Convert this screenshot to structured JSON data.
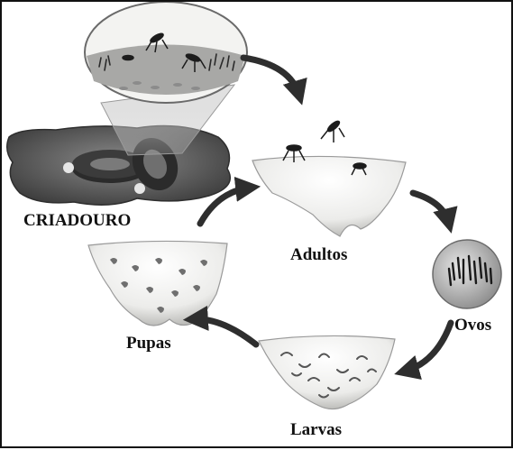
{
  "labels": {
    "breeding_site": "CRIADOURO",
    "adults": "Adultos",
    "eggs": "Ovos",
    "larvae": "Larvas",
    "pupae": "Pupas"
  },
  "illustrations": {
    "breeding_site": "tire-in-puddle",
    "zoom": "water-with-larvae-and-mosquitoes",
    "adults": "mosquitoes-on-water",
    "eggs": "egg-cluster-on-wall",
    "larvae": "larvae-in-water",
    "pupae": "pupae-in-water"
  },
  "colors": {
    "ink": "#111111",
    "water_light": "#f2f2f0",
    "water_shade": "#c9c9c6",
    "ground": "#5a5a5a",
    "tire": "#2b2b2b",
    "arrow": "#2e2e2e"
  }
}
